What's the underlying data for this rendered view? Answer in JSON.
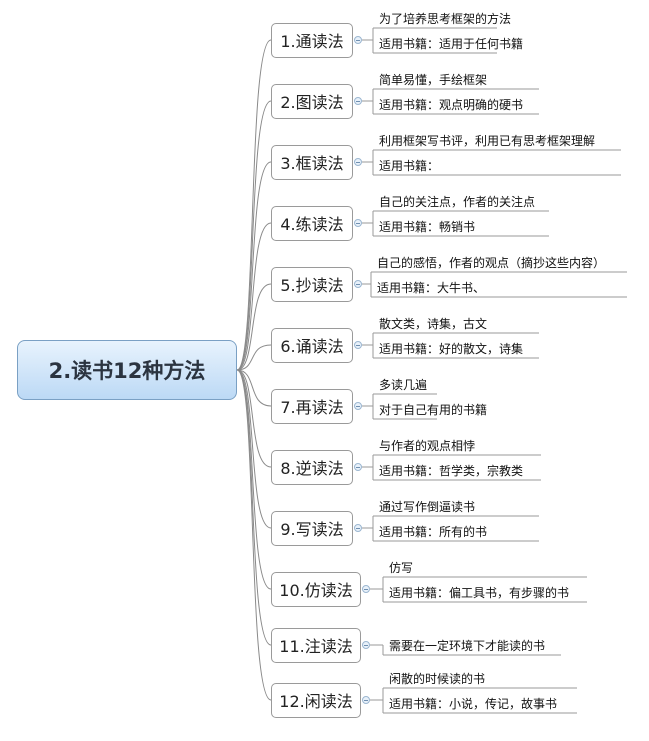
{
  "root": {
    "label": "2.读书12种方法"
  },
  "methods": [
    {
      "label": "1.通读法",
      "notes": [
        "为了培养思考框架的方法",
        "适用书籍：适用于任何书籍"
      ]
    },
    {
      "label": "2.图读法",
      "notes": [
        "简单易懂，手绘框架",
        "适用书籍：观点明确的硬书"
      ]
    },
    {
      "label": "3.框读法",
      "notes": [
        "利用框架写书评，利用已有思考框架理解",
        "适用书籍："
      ]
    },
    {
      "label": "4.练读法",
      "notes": [
        "自己的关注点，作者的关注点",
        "适用书籍：畅销书"
      ]
    },
    {
      "label": "5.抄读法",
      "notes": [
        "自己的感悟，作者的观点（摘抄这些内容）",
        "适用书籍：大牛书、"
      ]
    },
    {
      "label": "6.诵读法",
      "notes": [
        "散文类，诗集，古文",
        "适用书籍：好的散文，诗集"
      ]
    },
    {
      "label": "7.再读法",
      "notes": [
        "多读几遍",
        "对于自己有用的书籍"
      ]
    },
    {
      "label": "8.逆读法",
      "notes": [
        "与作者的观点相悖",
        "适用书籍：哲学类，宗教类"
      ]
    },
    {
      "label": "9.写读法",
      "notes": [
        "通过写作倒逼读书",
        "适用书籍：所有的书"
      ]
    },
    {
      "label": "10.仿读法",
      "notes": [
        "仿写",
        "适用书籍：偏工具书，有步骤的书"
      ]
    },
    {
      "label": "11.注读法",
      "notes": [
        "需要在一定环境下才能读的书"
      ]
    },
    {
      "label": "12.闲读法",
      "notes": [
        "闲散的时候读的书",
        "适用书籍：小说，传记，故事书"
      ]
    }
  ]
}
